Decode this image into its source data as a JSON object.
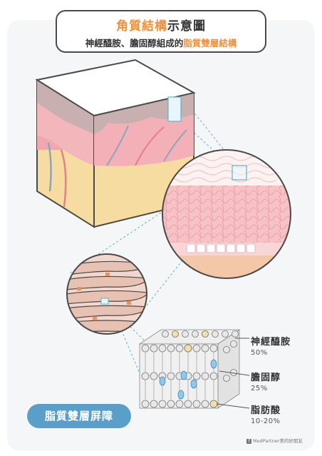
{
  "title": {
    "main_accent": "角質結構",
    "main_rest": "示意圖",
    "sub_prefix": "神經醯胺、膽固醇組成的",
    "sub_accent": "脂質雙層結構"
  },
  "legend": [
    {
      "name": "神經醯胺",
      "percent": "50%"
    },
    {
      "name": "膽固醇",
      "percent": "25%"
    },
    {
      "name": "脂肪酸",
      "percent": "10-20%"
    }
  ],
  "badge_label": "脂質雙層屏障",
  "credit": "MedPartner美的好朋友",
  "colors": {
    "accent": "#f0913a",
    "badge": "#5a9fc9",
    "dermis": "#f3a9b0",
    "epidermis": "#bfa7a7",
    "fat": "#f6dca0",
    "cholesterol": "#8ec8ec",
    "fatty_acid": "#f3e0a8",
    "outline": "#4a4a4a"
  }
}
